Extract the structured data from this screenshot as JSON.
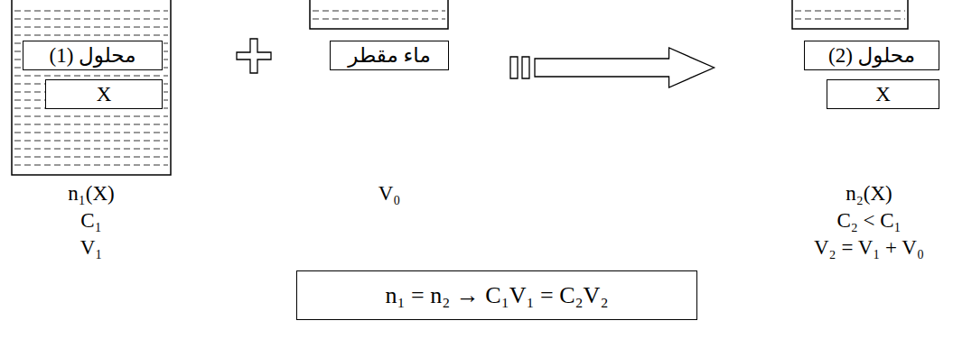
{
  "diagram": {
    "nodes": [
      {
        "text": [
          "n₁(X)",
          "C₁",
          "V₁"
        ]
      },
      {
        "text": [
          "محلول (1)"
        ],
        "in": 0
      },
      {
        "text": [
          "X"
        ],
        "in": 0
      },
      {
        "text": [
          "V₀"
        ]
      },
      {
        "text": [
          "ماء مقطر"
        ],
        "in": 3
      },
      {
        "text": [
          "n₂(X)",
          "C₂ < C₁",
          "V₂ = V₁ + V₀"
        ]
      },
      {
        "text": [
          "محلول (2)"
        ],
        "in": 5
      },
      {
        "text": [
          "X"
        ],
        "in": 5
      },
      {
        "text": [
          "n₁ = n₂ → C₁V₁ = C₂V₂"
        ]
      }
    ],
    "edges": [
      {
        "from": 3,
        "to": 5,
        "arrow": "to"
      }
    ]
  }
}
